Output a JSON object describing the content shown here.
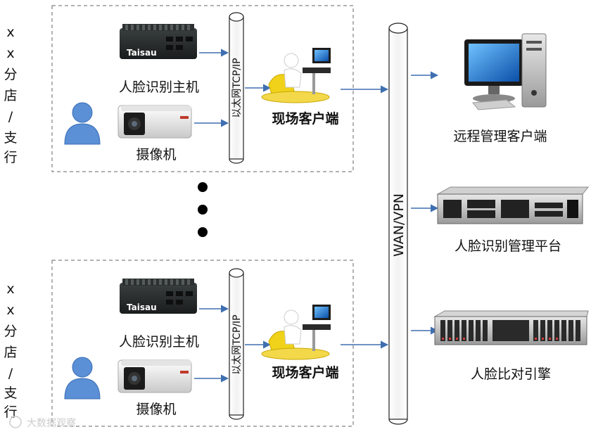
{
  "branches": [
    {
      "vertical_label": [
        "x",
        "x",
        "分",
        "店",
        "/",
        "支",
        "行"
      ],
      "host_label": "人脸识别主机",
      "host_brand": "Taisau",
      "camera_label": "摄像机",
      "bus_label": "以太网TCP/IP",
      "client_label": "现场客户端"
    },
    {
      "vertical_label": [
        "x",
        "x",
        "分",
        "店",
        "/",
        "支",
        "行"
      ],
      "host_label": "人脸识别主机",
      "host_brand": "Taisau",
      "camera_label": "摄像机",
      "bus_label": "以太网TCP/IP",
      "client_label": "现场客户端"
    }
  ],
  "wan_label": "WAN/VPN",
  "servers": [
    {
      "label": "远程管理客户端"
    },
    {
      "label": "人脸识别管理平台"
    },
    {
      "label": "人脸比对引擎"
    }
  ],
  "watermark": "大数据观察",
  "colors": {
    "arrow": "#3f6fb0",
    "dashed_border": "#666666",
    "camera_person": "#5b8fd6"
  }
}
